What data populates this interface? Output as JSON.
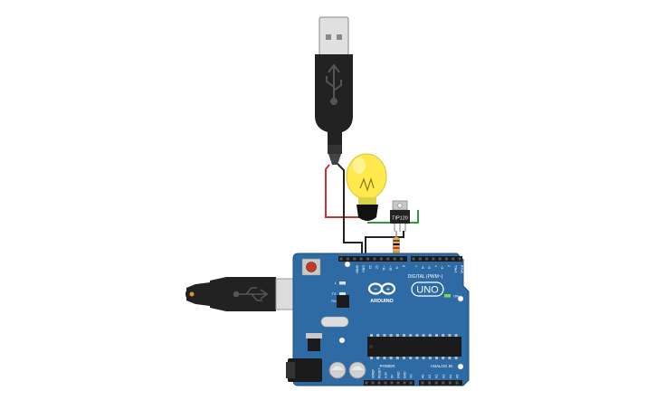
{
  "transistor": {
    "label": "TIP120"
  },
  "arduino": {
    "brand": "ARDUINO",
    "model": "UNO",
    "digital_label": "DIGITAL (PWM~)",
    "analog_label": "ANALOG IN",
    "power_label": "POWER",
    "on_label": "ON",
    "l_label": "L",
    "tx_label": "TX",
    "rx_label": "RX",
    "digital_pins": [
      "AREF",
      "GND",
      "13",
      "12",
      "~11",
      "~10",
      "~9",
      "8",
      "7",
      "~6",
      "~5",
      "4",
      "~3",
      "2",
      "TX▸1",
      "RX◂0"
    ],
    "analog_pins": [
      "A0",
      "A1",
      "A2",
      "A3",
      "A4",
      "A5"
    ],
    "power_pins": [
      "IOREF",
      "RESET",
      "3.3V",
      "5V",
      "GND",
      "GND",
      "Vin"
    ]
  },
  "colors": {
    "board": "#2e6aa3",
    "board_dark": "#1f4f7f",
    "wire_black": "#222222",
    "wire_red": "#d32f2f",
    "wire_green": "#2e9e3a",
    "bulb": "#ffe94d",
    "usb_body": "#222222"
  }
}
